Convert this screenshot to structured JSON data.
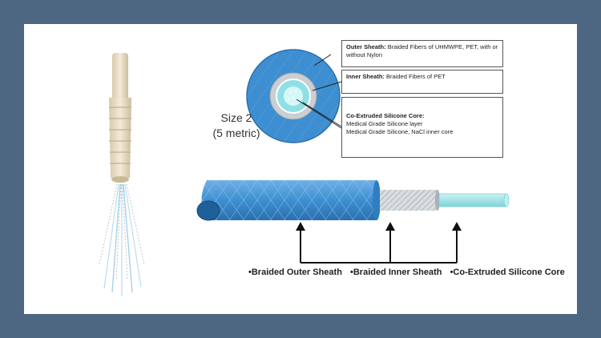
{
  "size_label": {
    "line1": "Size 2",
    "line2": "(5 metric)"
  },
  "callouts": {
    "outer": {
      "title": "Outer Sheath:",
      "text": "Braided Fibers of UHMWPE, PET, with or without Nylon"
    },
    "inner": {
      "title": "Inner Sheath:",
      "text": "Braided Fibers of PET"
    },
    "core": {
      "title": "Co-Extruded Silicone Core:",
      "line1": "Medical Grade Silicone layer",
      "line2": "Medical Grade Silicone, NaCl inner core"
    }
  },
  "bottom_labels": {
    "outer": "•Braided Outer Sheath",
    "inner": "•Braided Inner Sheath",
    "core": "•Co-Extruded Silicone Core"
  },
  "colors": {
    "frame": "#4d6783",
    "outer_sheath": "#3d8fd1",
    "inner_sheath": "#c9cfd3",
    "core": "#8fe0e4",
    "connector": "#e8dcc4"
  }
}
